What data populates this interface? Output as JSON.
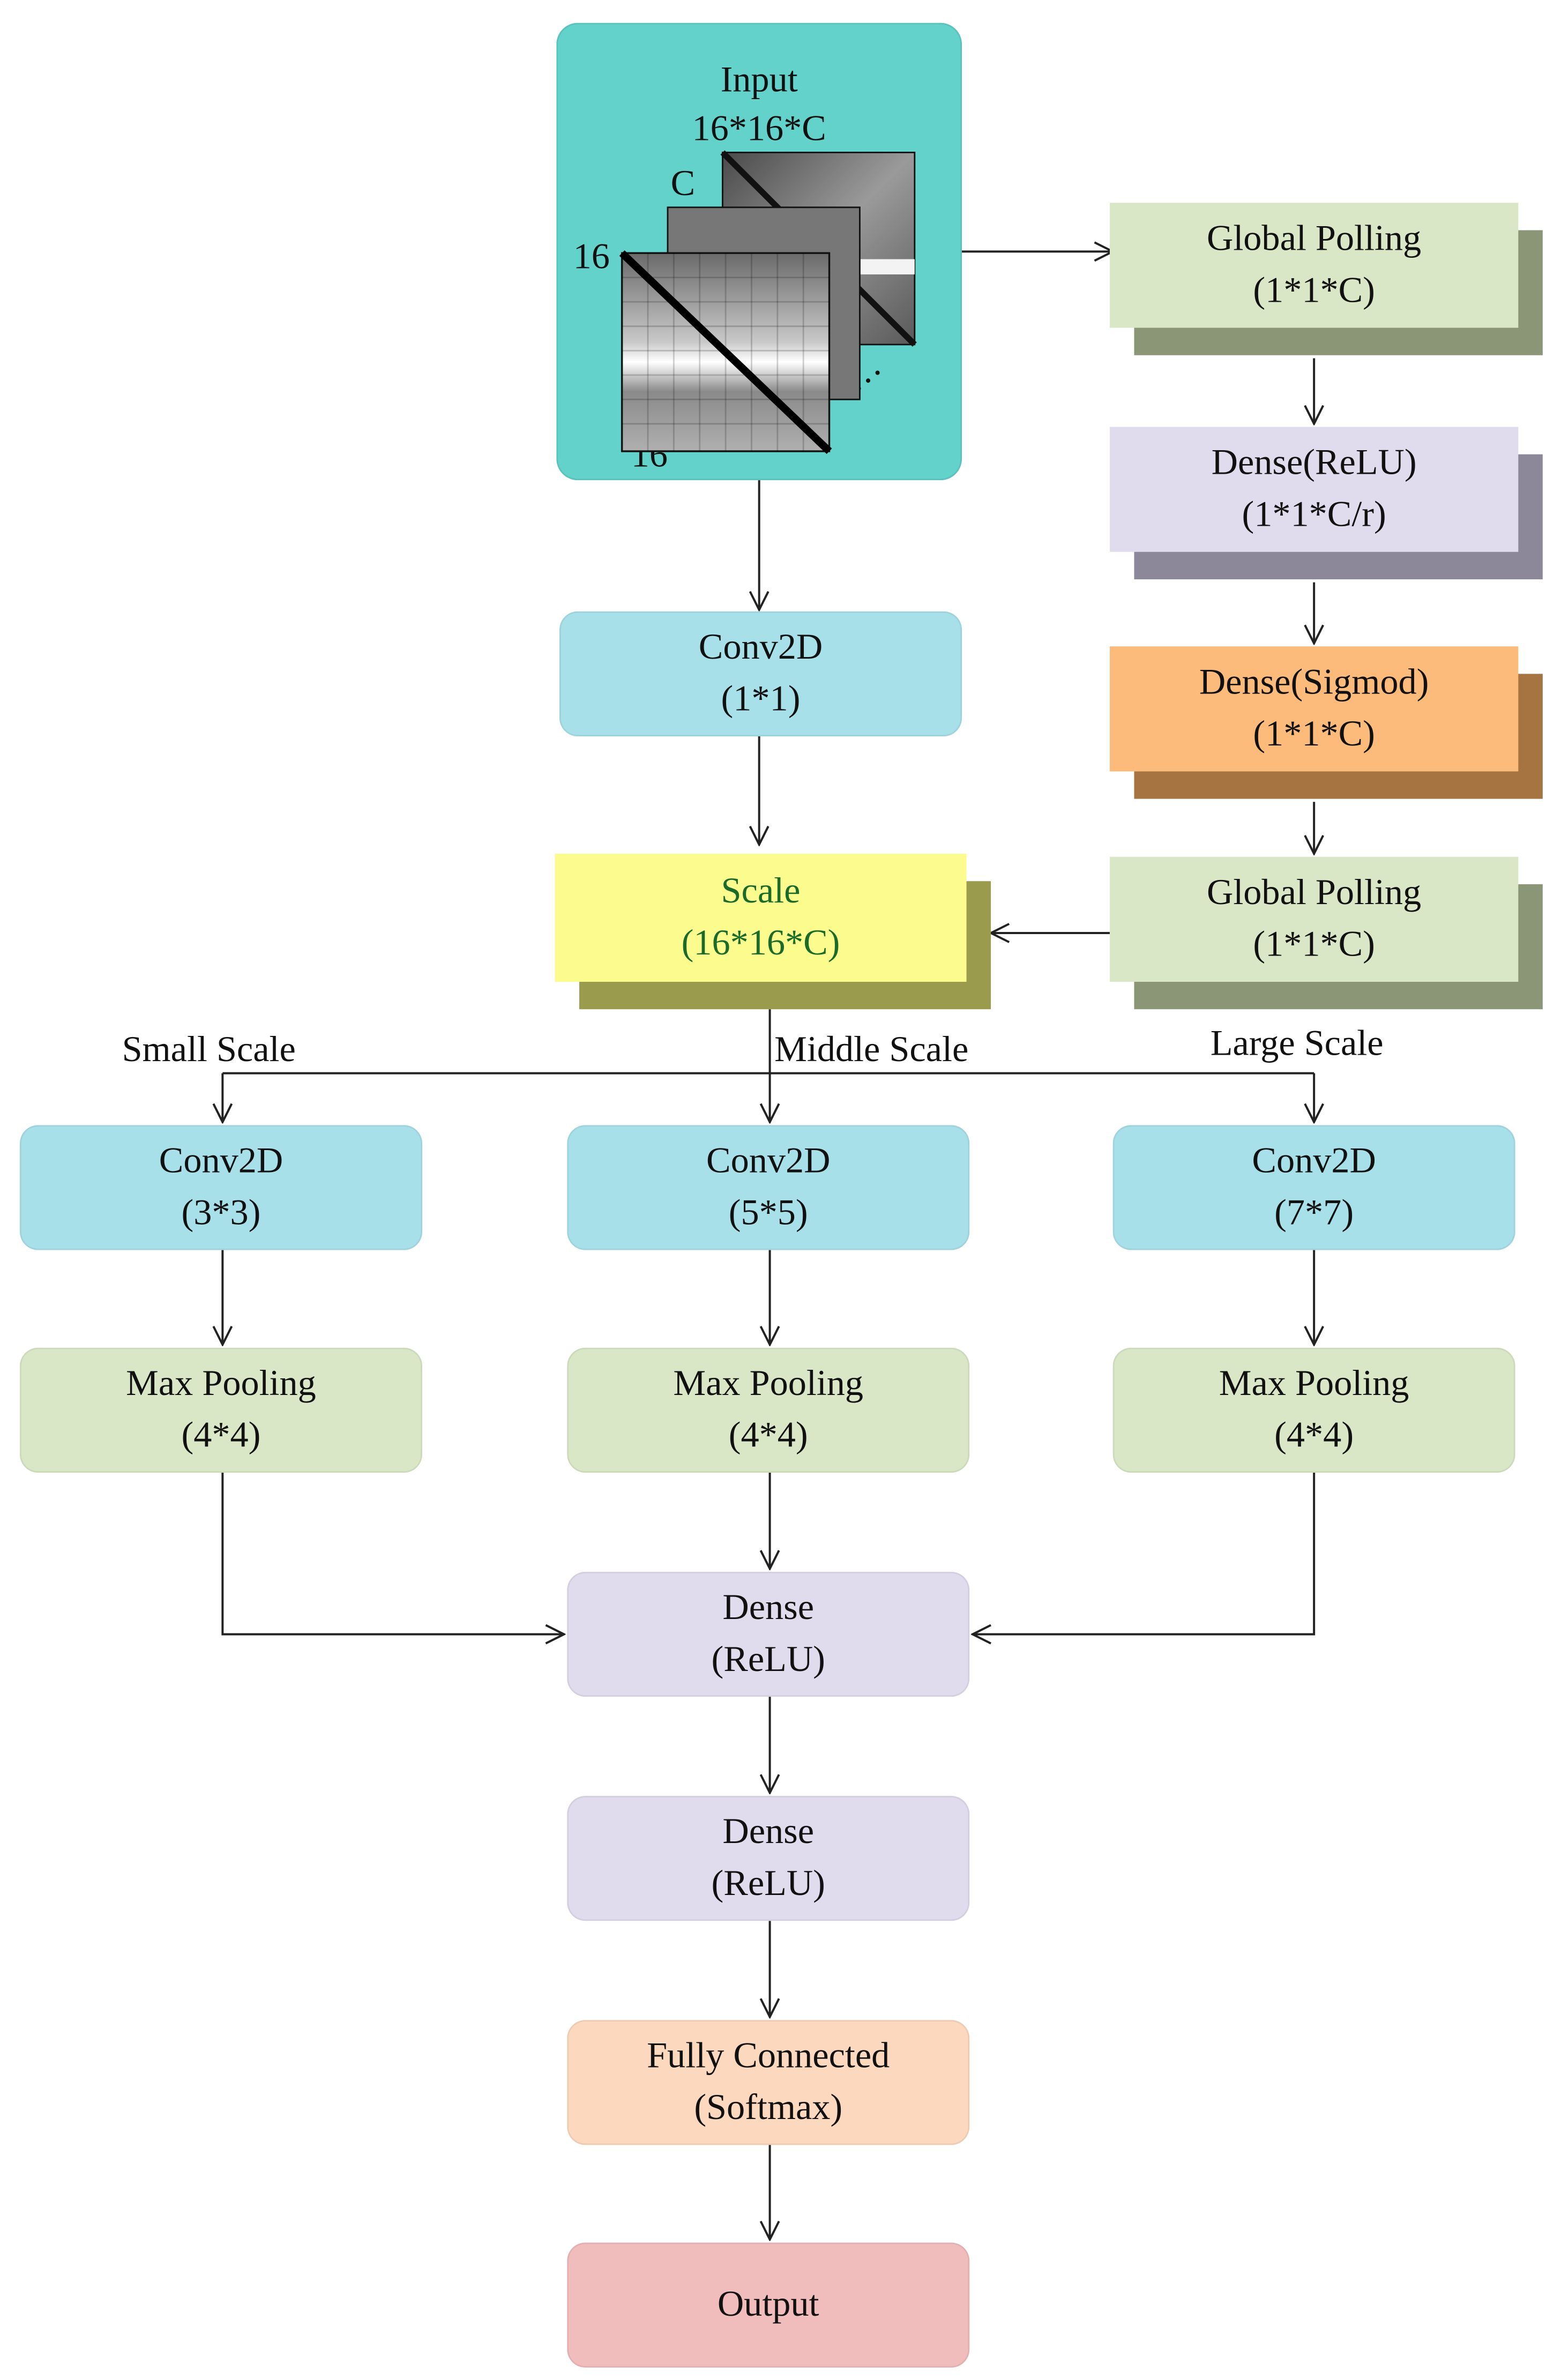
{
  "input": {
    "title": "Input",
    "shape": "16*16*C",
    "dim_c": "C",
    "dim_h": "16",
    "dim_w": "16",
    "ellipsis": "…"
  },
  "se_branch": {
    "global_pooling_1": {
      "title": "Global Polling",
      "sub": "(1*1*C)"
    },
    "dense_relu": {
      "title": "Dense(ReLU)",
      "sub": "(1*1*C/r)"
    },
    "dense_sigmoid": {
      "title": "Dense(Sigmod)",
      "sub": "(1*1*C)"
    },
    "global_pooling_2": {
      "title": "Global Polling",
      "sub": "(1*1*C)"
    }
  },
  "conv_1x1": {
    "title": "Conv2D",
    "sub": "(1*1)"
  },
  "scale": {
    "title": "Scale",
    "sub": "(16*16*C)"
  },
  "branch_labels": {
    "small": "Small Scale",
    "middle": "Middle Scale",
    "large": "Large Scale"
  },
  "branches": [
    {
      "conv_title": "Conv2D",
      "conv_sub": "(3*3)",
      "pool_title": "Max Pooling",
      "pool_sub": "(4*4)"
    },
    {
      "conv_title": "Conv2D",
      "conv_sub": "(5*5)",
      "pool_title": "Max Pooling",
      "pool_sub": "(4*4)"
    },
    {
      "conv_title": "Conv2D",
      "conv_sub": "(7*7)",
      "pool_title": "Max Pooling",
      "pool_sub": "(4*4)"
    }
  ],
  "dense_1": {
    "title": "Dense",
    "sub": "(ReLU)"
  },
  "dense_2": {
    "title": "Dense",
    "sub": "(ReLU)"
  },
  "fully_connected": {
    "title": "Fully Connected",
    "sub": "(Softmax)"
  },
  "output": {
    "title": "Output"
  },
  "colors": {
    "input": "#62d2cb",
    "conv": "#a8e0ea",
    "pool": "#d9e7c7",
    "dense": "#e1dced",
    "sigmoid": "#fdbb7b",
    "scale": "#fbfb8e",
    "fully_connected": "#fcd8bf",
    "output": "#f0bcbc",
    "line": "#222222"
  }
}
